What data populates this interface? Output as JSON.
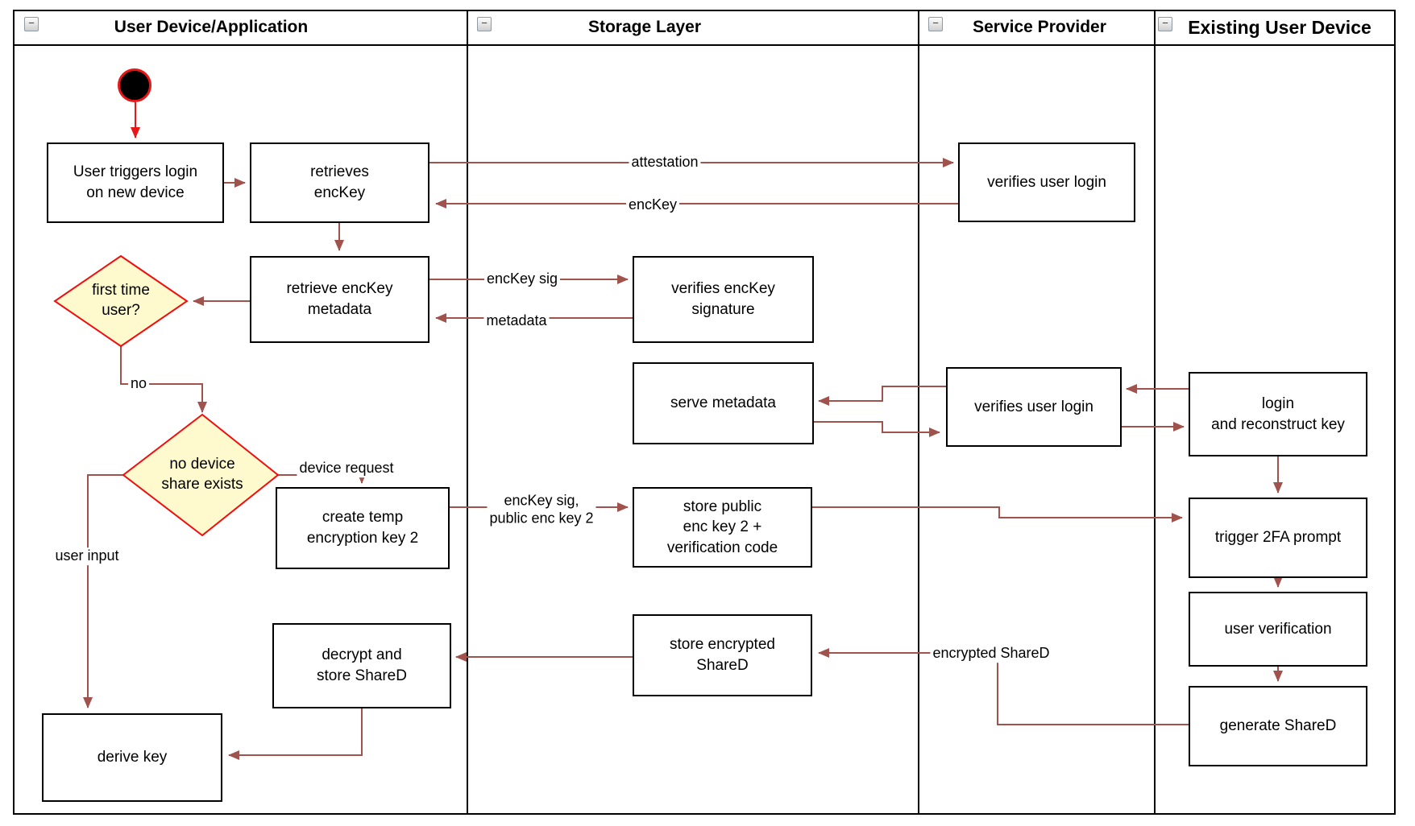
{
  "colors": {
    "arrow": "#a0524d",
    "start_red": "#e81616",
    "diamond_border": "#f20d0d",
    "diamond_fill": "#fffacd",
    "shape_border": "#000000",
    "shape_fill": "#ffffff",
    "text": "#000000"
  },
  "icons": {
    "collapse": "−"
  },
  "lanes": [
    {
      "title": "User Device/Application"
    },
    {
      "title": "Storage Layer"
    },
    {
      "title": "Service Provider"
    },
    {
      "title": "Existing User Device"
    }
  ],
  "nodes": {
    "user_triggers_login": "User triggers login\non new device",
    "retrieves_enckey": "retrieves\nencKey",
    "verifies_user_login_1": "verifies user login",
    "retrieve_enckey_metadata": "retrieve encKey\nmetadata",
    "verifies_enckey_signature": "verifies encKey\nsignature",
    "first_time_user": "first time\nuser?",
    "serve_metadata": "serve metadata",
    "verifies_user_login_2": "verifies user login",
    "login_and_reconstruct_key": "login\nand reconstruct key",
    "no_device_share_exists": "no device\nshare exists",
    "create_temp_encryption_key_2": "create temp\nencryption key 2",
    "store_public_enc_key_2": "store public\nenc key 2 +\nverification code",
    "trigger_2fa_prompt": "trigger 2FA prompt",
    "user_verification": "user verification",
    "generate_shared": "generate ShareD",
    "store_encrypted_shared": "store encrypted\nShareD",
    "decrypt_and_store_shared": "decrypt and\nstore ShareD",
    "derive_key": "derive key"
  },
  "edge_labels": {
    "attestation": "attestation",
    "enckey": "encKey",
    "enckey_sig": "encKey sig",
    "metadata": "metadata",
    "no": "no",
    "device_request": "device request",
    "enckey_sig_public": "encKey sig,\npublic enc key 2",
    "user_input": "user input",
    "encrypted_shared": "encrypted ShareD"
  }
}
